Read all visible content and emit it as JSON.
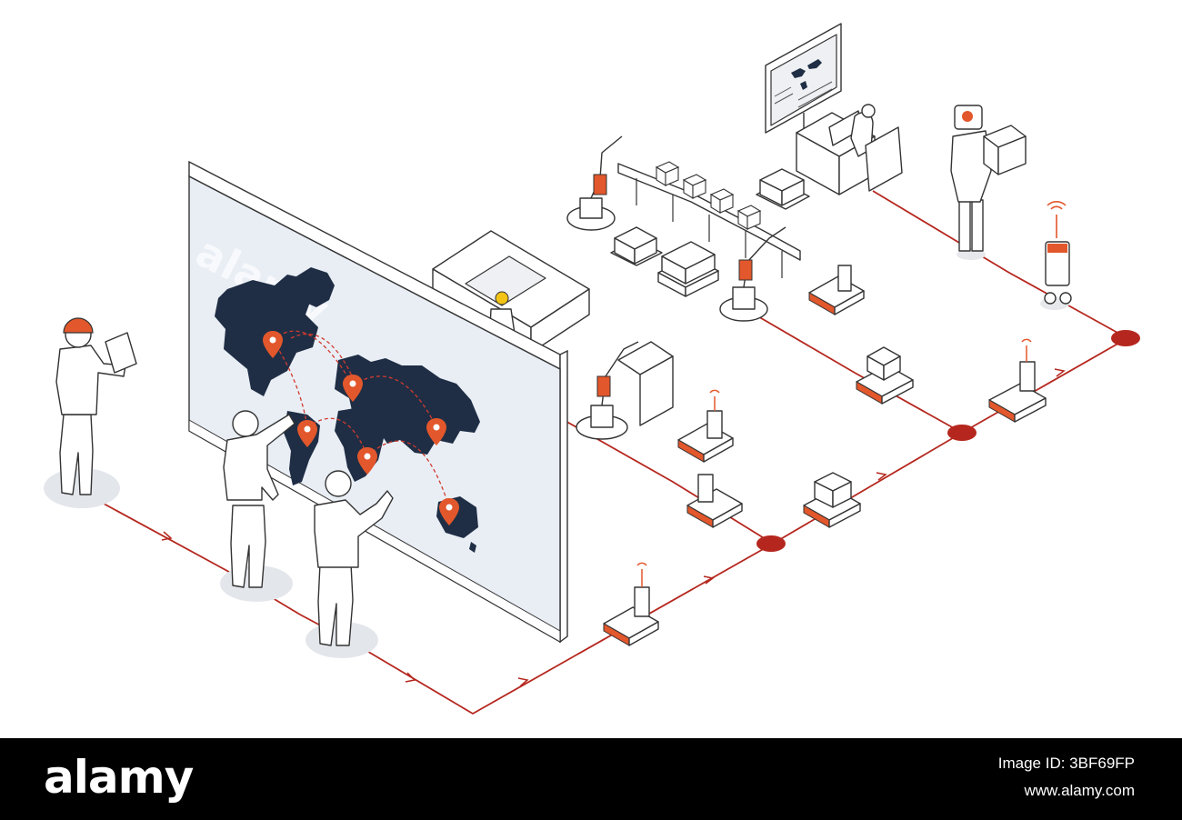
{
  "footer": {
    "brand": "alamy",
    "image_id": "Image ID: 3BF69FP",
    "url": "www.alamy.com"
  },
  "watermark": "alamy",
  "colors": {
    "route": "#b5271e",
    "map_land": "#1f2e45",
    "map_panel": "#e9eef5",
    "accent_orange": "#e2572b",
    "footer_bg": "#000000"
  },
  "icons": [
    "location-pin-icon",
    "wifi-signal-icon",
    "hard-hat-icon",
    "tablet-icon",
    "robot-arm-icon",
    "agv-robot-icon",
    "humanoid-robot-icon",
    "monitor-icon"
  ]
}
